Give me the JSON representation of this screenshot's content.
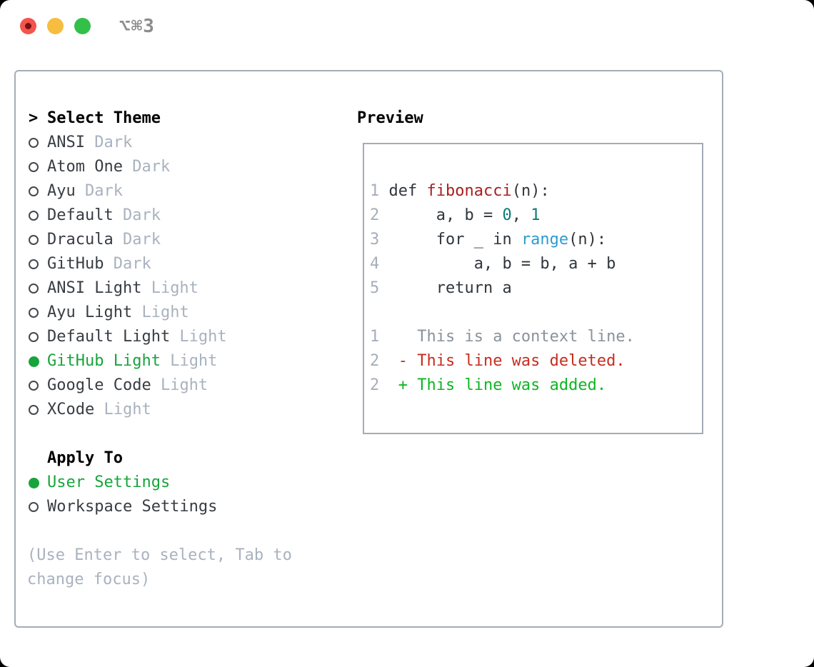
{
  "window": {
    "title": "⌥⌘3"
  },
  "traffic_lights": [
    {
      "name": "close",
      "color": "#f4544c",
      "edited_dot": true
    },
    {
      "name": "minimize",
      "color": "#f7bd40",
      "edited_dot": false
    },
    {
      "name": "zoom",
      "color": "#32c048",
      "edited_dot": false
    }
  ],
  "theme_selector": {
    "header_marker": ">",
    "header": "Select Theme",
    "items": [
      {
        "label": "ANSI",
        "tag": "Dark",
        "selected": false
      },
      {
        "label": "Atom One",
        "tag": "Dark",
        "selected": false
      },
      {
        "label": "Ayu",
        "tag": "Dark",
        "selected": false
      },
      {
        "label": "Default",
        "tag": "Dark",
        "selected": false
      },
      {
        "label": "Dracula",
        "tag": "Dark",
        "selected": false
      },
      {
        "label": "GitHub",
        "tag": "Dark",
        "selected": false
      },
      {
        "label": "ANSI Light",
        "tag": "Light",
        "selected": false
      },
      {
        "label": "Ayu Light",
        "tag": "Light",
        "selected": false
      },
      {
        "label": "Default Light",
        "tag": "Light",
        "selected": false
      },
      {
        "label": "GitHub Light",
        "tag": "Light",
        "selected": true
      },
      {
        "label": "Google Code",
        "tag": "Light",
        "selected": false
      },
      {
        "label": "XCode",
        "tag": "Light",
        "selected": false
      }
    ]
  },
  "apply_to": {
    "header": "Apply To",
    "items": [
      {
        "label": "User Settings",
        "selected": true
      },
      {
        "label": "Workspace Settings",
        "selected": false
      }
    ]
  },
  "hint": {
    "line1": "(Use Enter to select, Tab to",
    "line2": "change focus)"
  },
  "preview": {
    "header": "Preview",
    "code_lines": [
      [
        [
          "ln",
          "1 "
        ],
        [
          "code",
          "def "
        ],
        [
          "func",
          "fibonacci"
        ],
        [
          "code",
          "(n):"
        ]
      ],
      [
        [
          "ln",
          "2 "
        ],
        [
          "code",
          "     a, b = "
        ],
        [
          "num",
          "0"
        ],
        [
          "code",
          ", "
        ],
        [
          "num",
          "1"
        ]
      ],
      [
        [
          "ln",
          "3 "
        ],
        [
          "code",
          "     for _ in "
        ],
        [
          "builtin",
          "range"
        ],
        [
          "code",
          "(n):"
        ]
      ],
      [
        [
          "ln",
          "4 "
        ],
        [
          "code",
          "         a, b = b, a + b"
        ]
      ],
      [
        [
          "ln",
          "5 "
        ],
        [
          "code",
          "     return a"
        ]
      ],
      [],
      [
        [
          "ln",
          "1 "
        ],
        [
          "ctx",
          "   This is a context line."
        ]
      ],
      [
        [
          "ln",
          "2 "
        ],
        [
          "del",
          " - This line was deleted."
        ]
      ],
      [
        [
          "ln",
          "2 "
        ],
        [
          "add",
          " + This line was added."
        ]
      ]
    ]
  },
  "colors": {
    "accent_green": "#18a43c",
    "added_green": "#0eb622",
    "deleted_red": "#c62d1f",
    "func_red": "#a81f1f",
    "number_teal": "#0c7b72",
    "builtin_blue": "#2b9cd3",
    "code_text": "#30363c",
    "item_text": "#383d43",
    "tag_gray": "#a9b2bf",
    "hint_gray": "#a9b2bf",
    "line_number_gray": "#a6aeb9",
    "context_gray": "#8b929b",
    "border_gray": "#a4acb6",
    "title_gray": "#8c8c8e",
    "light_red": "#f4544c",
    "light_yellow": "#f7bd40",
    "light_green": "#32c048"
  }
}
